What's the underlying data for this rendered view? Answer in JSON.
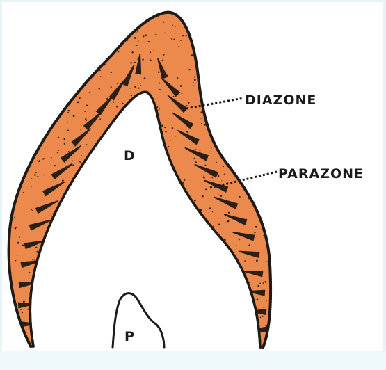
{
  "labels": {
    "diazone": "DIAZONE",
    "parazone": "PARAZONE",
    "dentin": "D",
    "pulp": "P"
  },
  "colors": {
    "enamel": "#ec8a4e",
    "stripe": "#2a2018",
    "outline": "#1e1a17",
    "background": "#ffffff",
    "border_tint": "#e6f3f6"
  }
}
